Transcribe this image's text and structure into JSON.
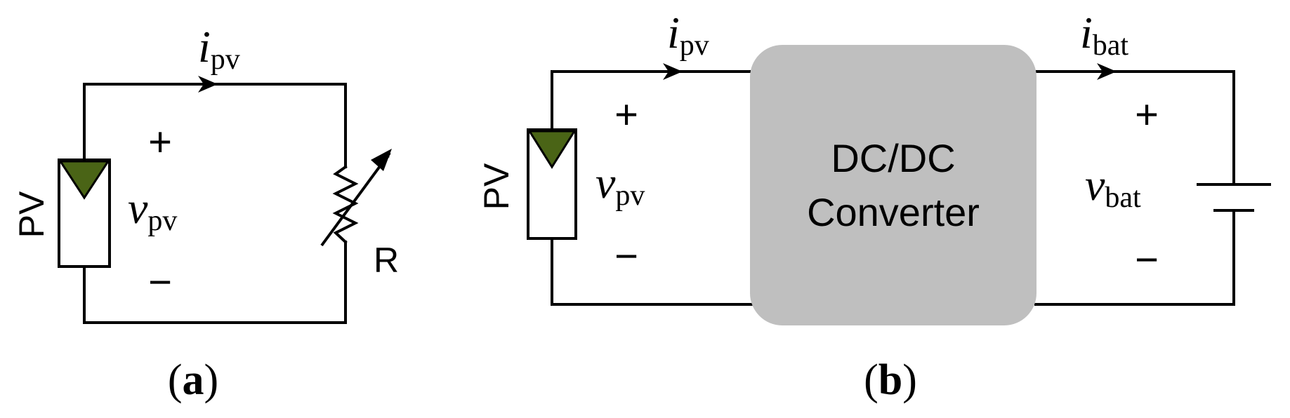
{
  "panels": {
    "a": {
      "label_open": "(",
      "label_letter": "a",
      "label_close": ")",
      "pv_label": "PV",
      "current": {
        "main": "i",
        "sub": "pv"
      },
      "voltage": {
        "main": "v",
        "sub": "pv"
      },
      "plus": "+",
      "minus": "−",
      "resistor_label": "R"
    },
    "b": {
      "label_open": "(",
      "label_letter": "b",
      "label_close": ")",
      "pv_label": "PV",
      "pv_current": {
        "main": "i",
        "sub": "pv"
      },
      "pv_voltage": {
        "main": "v",
        "sub": "pv"
      },
      "bat_current": {
        "main": "i",
        "sub": "bat"
      },
      "bat_voltage": {
        "main": "v",
        "sub": "bat"
      },
      "pv_plus": "+",
      "pv_minus": "−",
      "bat_plus": "+",
      "bat_minus": "−",
      "converter_line1": "DC/DC",
      "converter_line2": "Converter"
    }
  },
  "colors": {
    "pv_triangle": "#4a6416",
    "converter_fill": "#bfbfbf",
    "wire": "#000000"
  }
}
